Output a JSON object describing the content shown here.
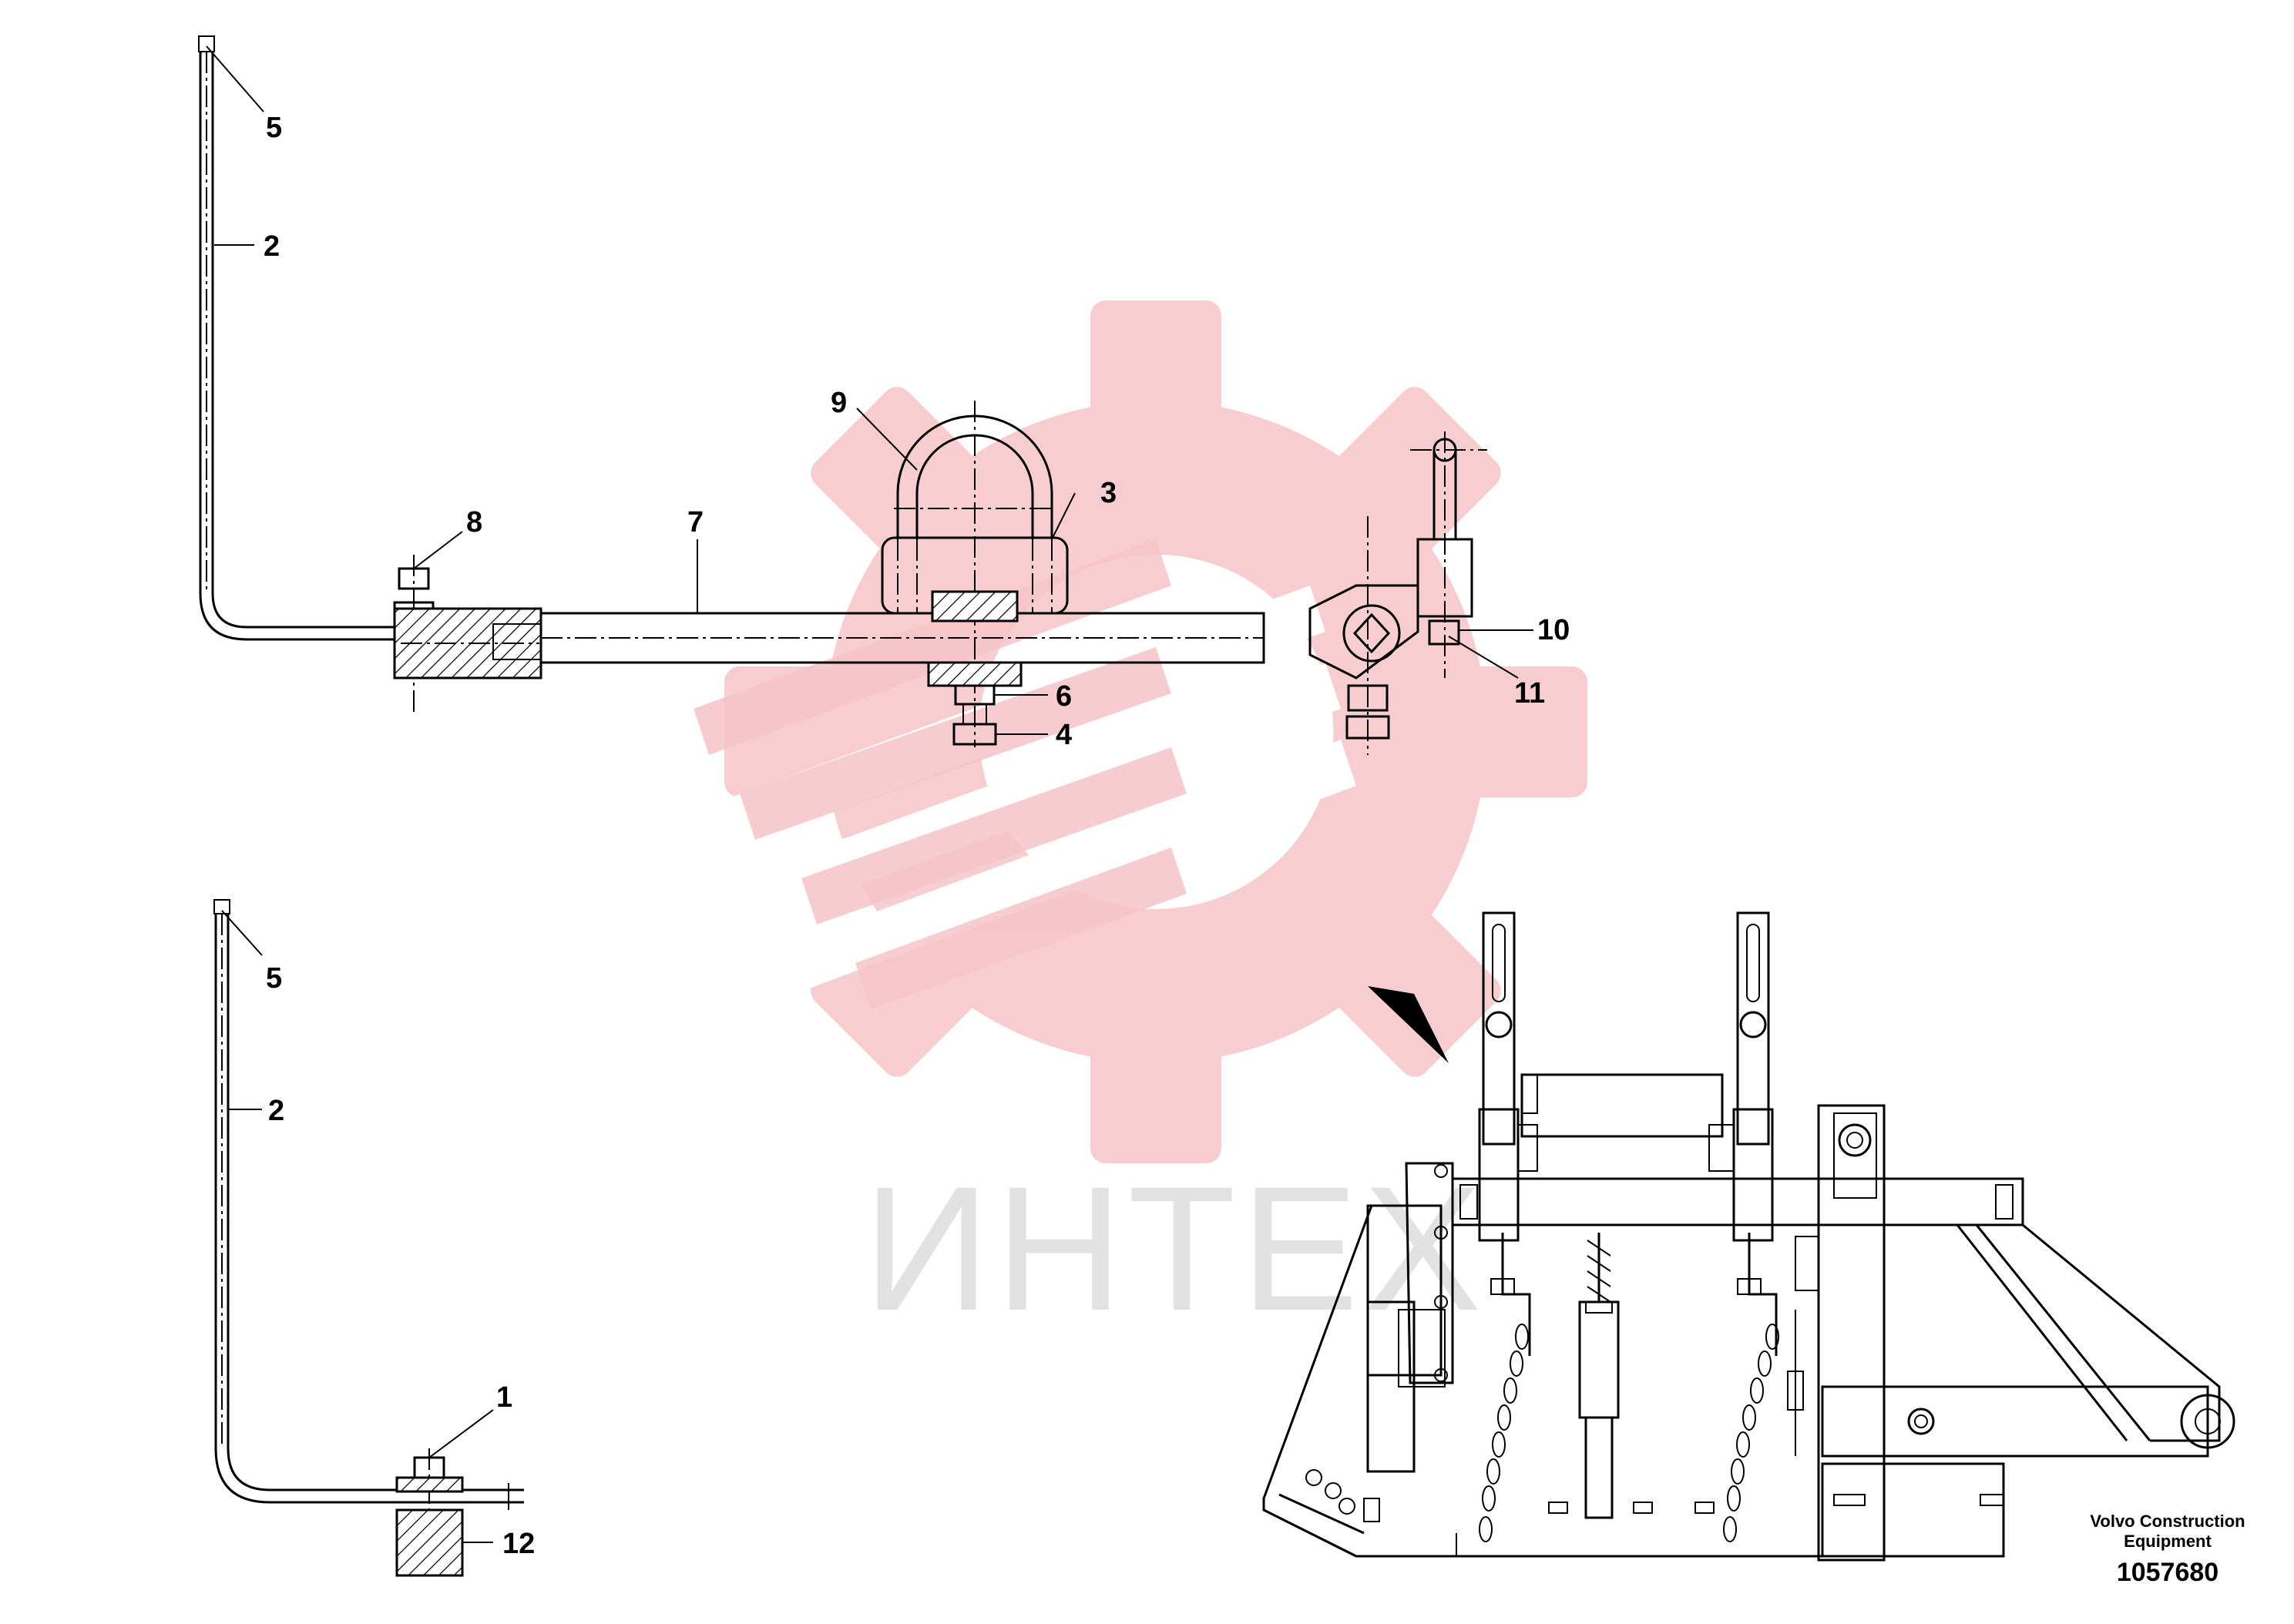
{
  "watermark": {
    "text": "ИНТЕХ",
    "color": "#f6c4c8"
  },
  "callouts": {
    "c5_top": "5",
    "c2_top": "2",
    "c8": "8",
    "c7": "7",
    "c9": "9",
    "c3": "3",
    "c6": "6",
    "c4": "4",
    "c10": "10",
    "c11": "11",
    "c5_bottom": "5",
    "c2_bottom": "2",
    "c1": "1",
    "c12": "12"
  },
  "footer": {
    "maker_line1": "Volvo Construction",
    "maker_line2": "Equipment",
    "document_number": "1057680"
  }
}
